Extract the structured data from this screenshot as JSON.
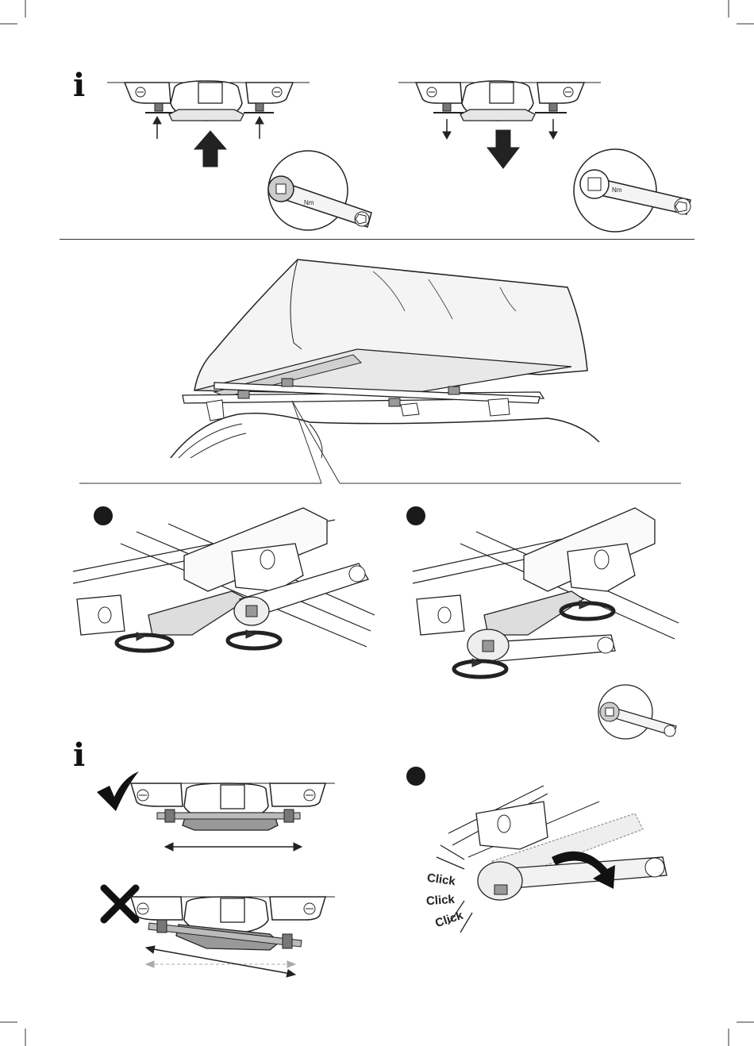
{
  "page": {
    "info_symbol": "i",
    "click_labels": [
      "Click",
      "Click",
      "Click"
    ]
  },
  "colors": {
    "ink": "#1a1a1a",
    "line": "#2a2a2a",
    "gray_fill": "#9a9a9a",
    "light_gray": "#d6d6d6",
    "tent_fill": "#f2f2f2"
  },
  "icons": [
    "info-icon",
    "up-arrow-icon",
    "down-arrow-icon",
    "wrench-closeup-icon",
    "step-dot-icon",
    "rotate-arrow-icon",
    "check-mark-icon",
    "cross-mark-icon",
    "double-arrow-icon",
    "curved-arrow-icon"
  ]
}
